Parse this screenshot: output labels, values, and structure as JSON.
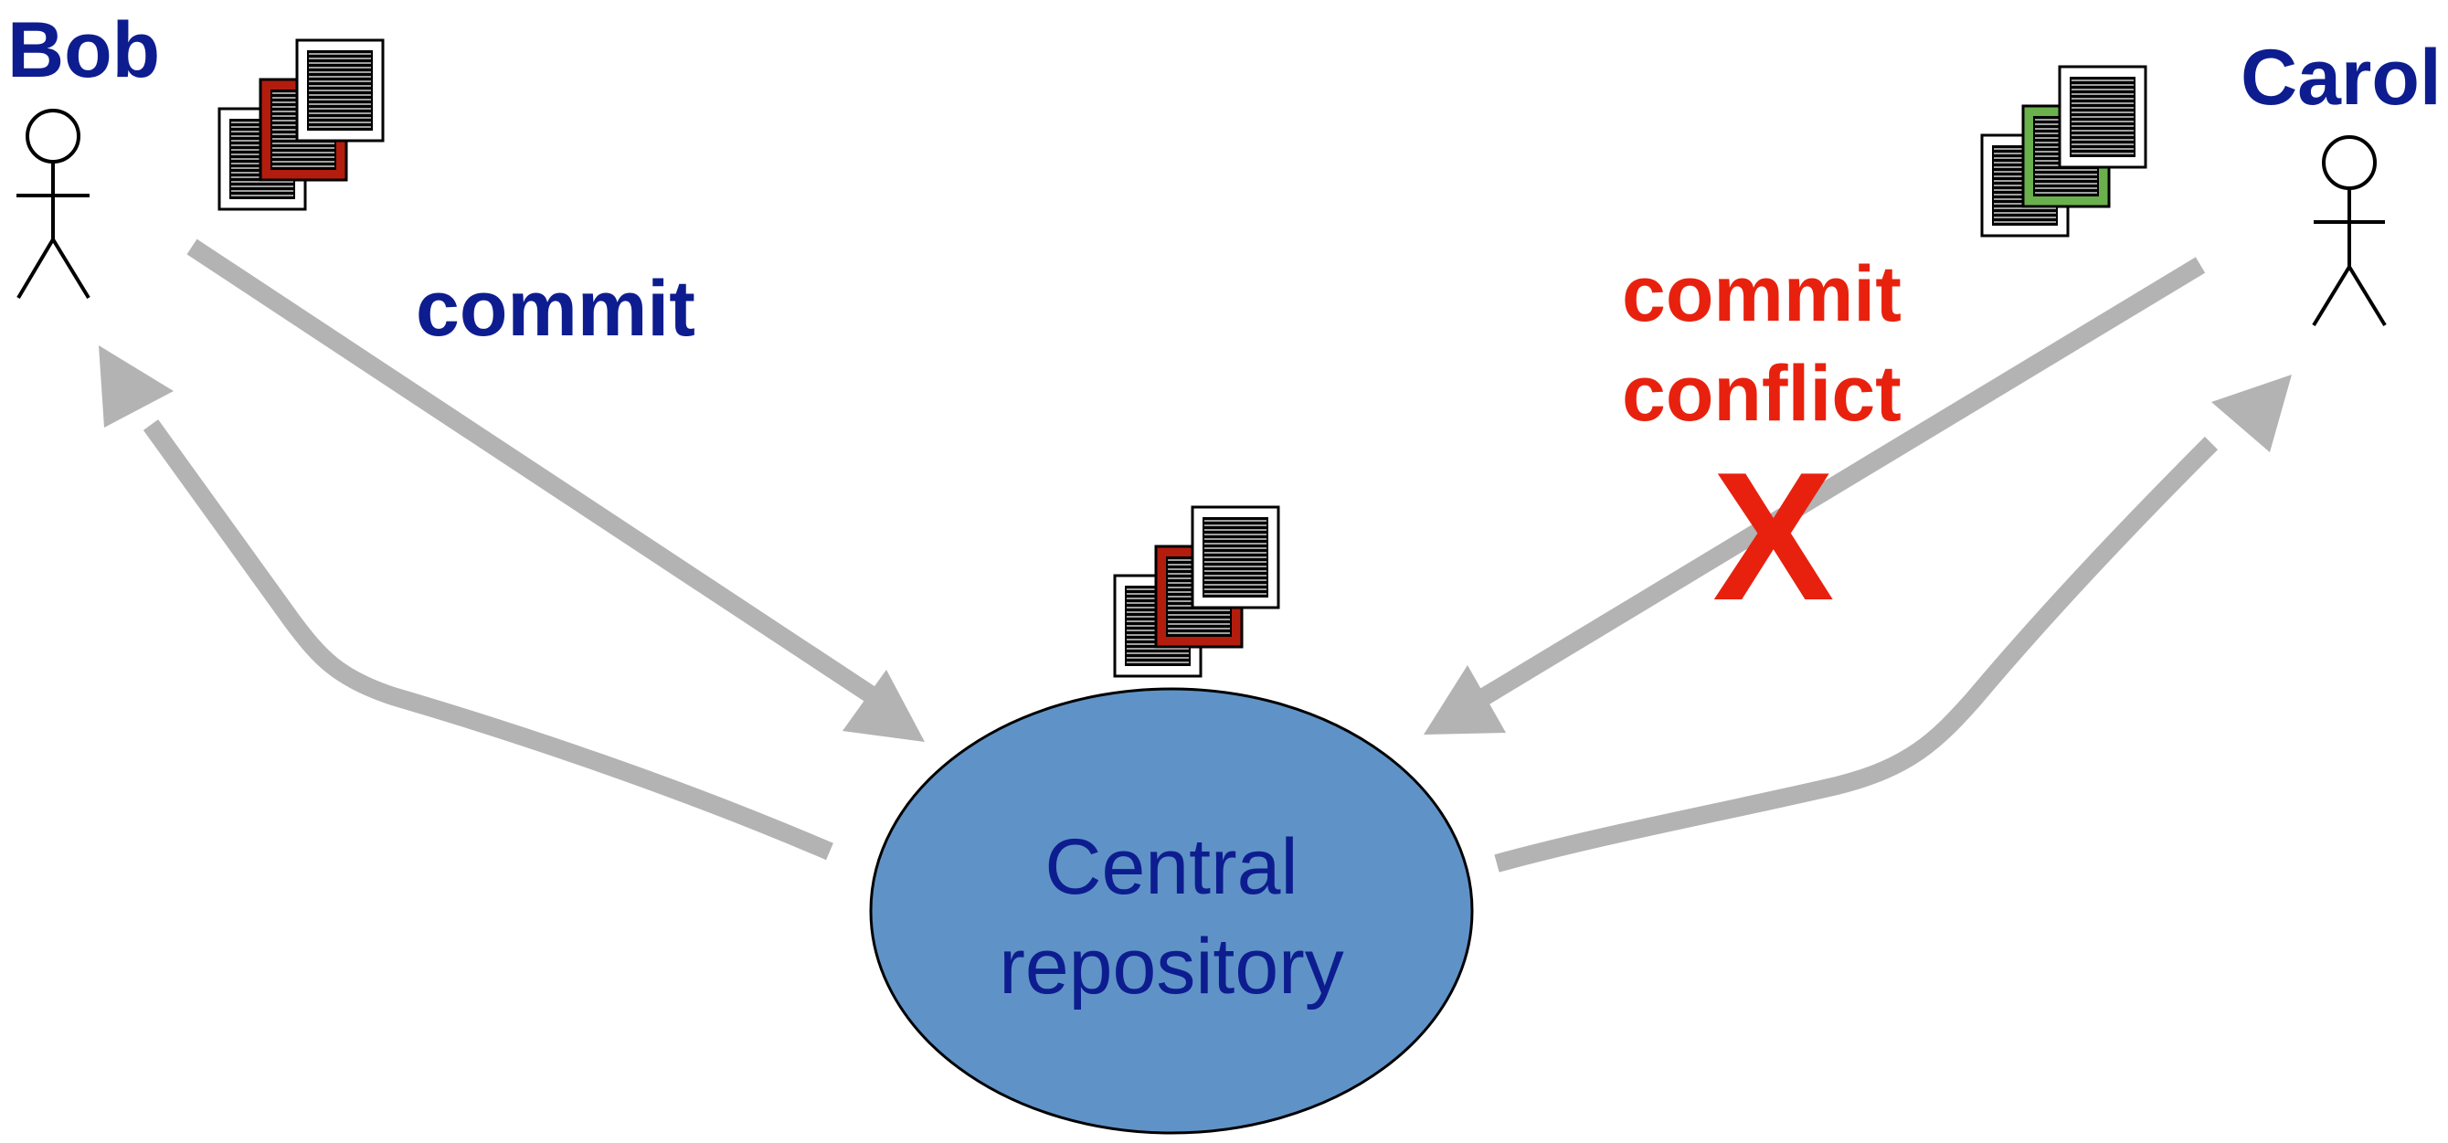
{
  "users": {
    "bob": {
      "name": "Bob"
    },
    "carol": {
      "name": "Carol"
    }
  },
  "arrows": {
    "bob_commit_label": "commit",
    "carol_conflict_label_line1": "commit",
    "carol_conflict_label_line2": "conflict",
    "conflict_mark": "X"
  },
  "repository": {
    "line1": "Central",
    "line2": "repository"
  },
  "icons": {
    "person": "stick-figure-icon",
    "documents": "document-stack-icon",
    "failure": "x-mark-icon"
  },
  "colors": {
    "label_blue": "#0d1d8f",
    "conflict_red": "#e8210e",
    "arrow_gray": "#b3b3b3",
    "repository_fill": "#5f93c7",
    "bob_doc_accent": "#b21d0e",
    "carol_doc_accent": "#6ab04c",
    "repo_doc_accent": "#b21d0e"
  }
}
